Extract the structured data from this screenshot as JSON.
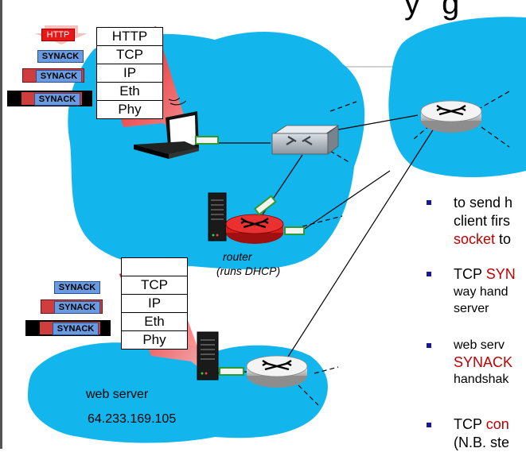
{
  "title_fragment": "y g",
  "client_stack": [
    "HTTP",
    "TCP",
    "IP",
    "Eth",
    "Phy"
  ],
  "server_stack": [
    "",
    "TCP",
    "IP",
    "Eth",
    "Phy"
  ],
  "packets": {
    "http": "HTTP",
    "synack": "SYNACK"
  },
  "router_label": [
    "router",
    "(runs DHCP)"
  ],
  "web_server_label": "web server",
  "web_server_ip": "64.233.169.105",
  "bullets": [
    {
      "lines": [
        [
          {
            "t": "to send h",
            "c": "#000"
          }
        ],
        [
          {
            "t": "client firs",
            "c": "#000"
          }
        ],
        [
          {
            "t": "socket",
            "c": "#c00000"
          },
          {
            "t": " to",
            "c": "#000"
          }
        ]
      ]
    },
    {
      "lines": [
        [
          {
            "t": "TCP ",
            "c": "#000"
          },
          {
            "t": "SYN",
            "c": "#c00000"
          }
        ],
        [
          {
            "t": "way hand",
            "c": "#000"
          }
        ],
        [
          {
            "t": "server",
            "c": "#000"
          }
        ]
      ]
    },
    {
      "lines": [
        [
          {
            "t": "web serv",
            "c": "#000"
          }
        ],
        [
          {
            "t": "SYNACK",
            "c": "#c00000"
          }
        ],
        [
          {
            "t": "handshak",
            "c": "#000"
          }
        ]
      ]
    },
    {
      "lines": [
        [
          {
            "t": "TCP ",
            "c": "#000"
          },
          {
            "t": "con",
            "c": "#c00000"
          }
        ],
        [
          {
            "t": "(N.B. ste",
            "c": "#000"
          }
        ]
      ]
    }
  ],
  "colors": {
    "cloud": "#12b6ec",
    "router_red": "#e02020",
    "packet_blue": "#5b8ed8",
    "packet_red": "#cf3e3e",
    "dark": "#111111"
  }
}
